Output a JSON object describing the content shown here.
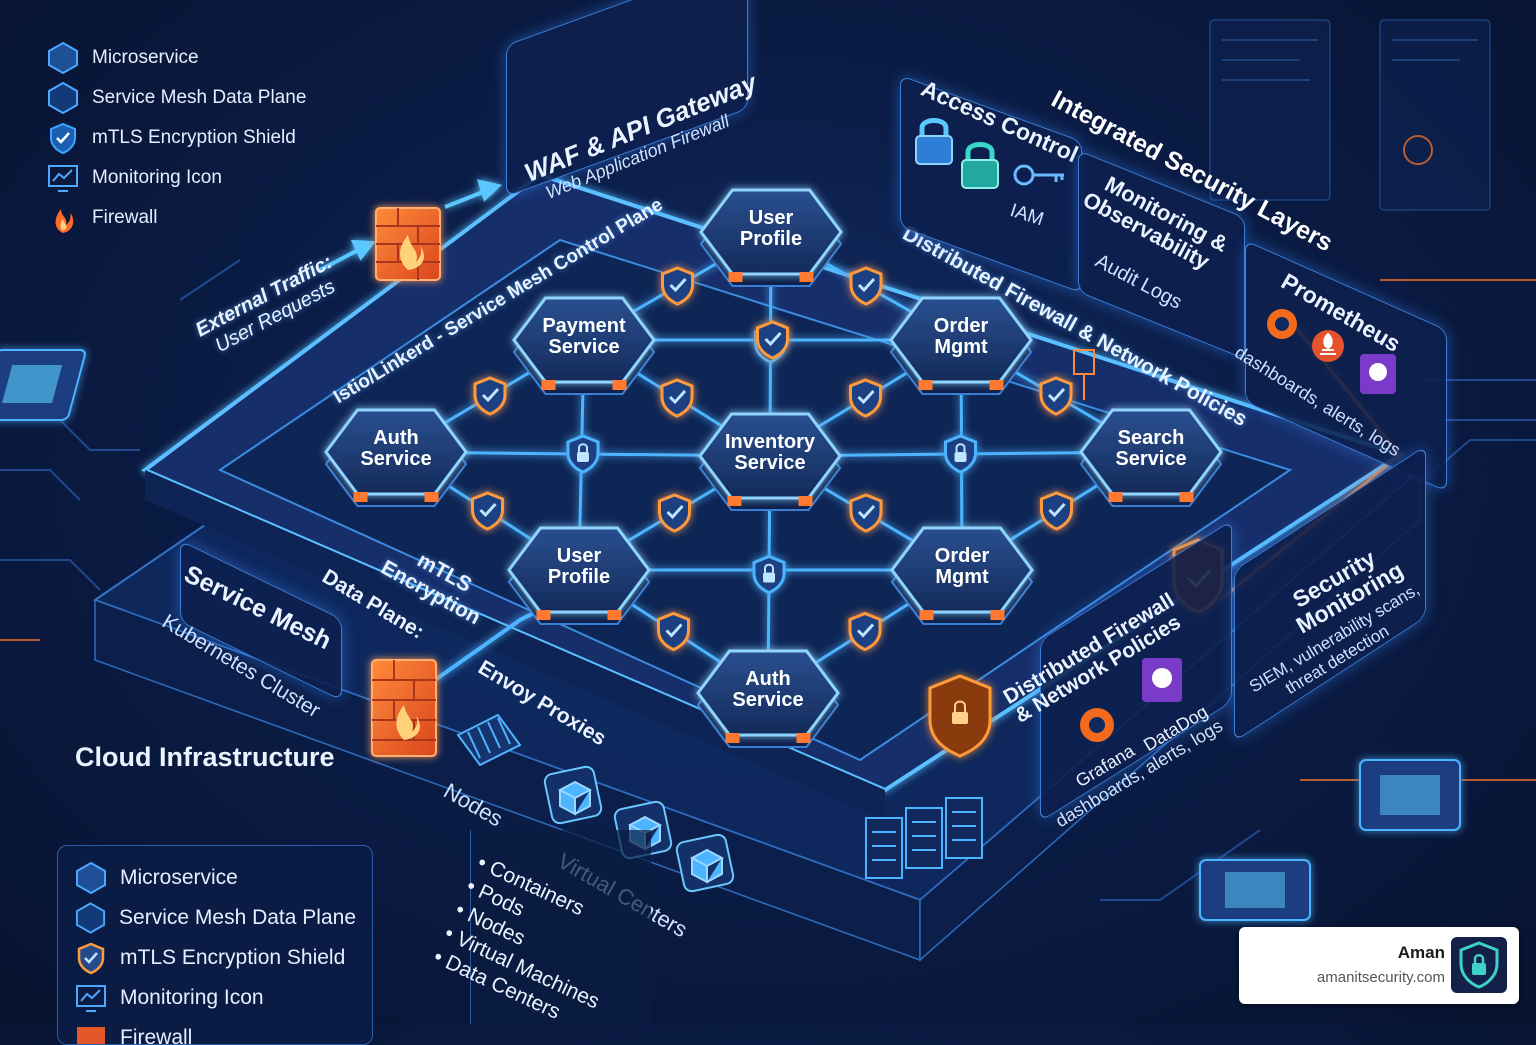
{
  "legend_top": [
    {
      "label": "Microservice",
      "icon": "hexagon-icon",
      "color": "#3a8dde"
    },
    {
      "label": "Service Mesh Data Plane",
      "icon": "hexagon-outline-icon",
      "color": "#3a8dde"
    },
    {
      "label": "mTLS Encryption Shield",
      "icon": "shield-check-icon",
      "color": "#39a6ff"
    },
    {
      "label": "Monitoring Icon",
      "icon": "monitor-chart-icon",
      "color": "#4aa8ff"
    },
    {
      "label": "Firewall",
      "icon": "flame-icon",
      "color": "#ff6a2a"
    }
  ],
  "legend_bottom": [
    {
      "label": "Microservice",
      "icon": "hexagon-icon",
      "color": "#3a8dde"
    },
    {
      "label": "Service Mesh Data Plane",
      "icon": "hexagon-outline-icon",
      "color": "#3a8dde"
    },
    {
      "label": "mTLS Encryption Shield",
      "icon": "shield-check-icon",
      "color": "#ff9a3a"
    },
    {
      "label": "Monitoring Icon",
      "icon": "monitor-chart-icon",
      "color": "#4aa8ff"
    },
    {
      "label": "Firewall",
      "icon": "firewall-icon",
      "color": "#ff6a2a"
    }
  ],
  "external_traffic": {
    "title": "External Traffic:",
    "subtitle": "User Requests"
  },
  "waf": {
    "title": "WAF & API Gateway",
    "subtitle": "Web Application Firewall"
  },
  "control_plane_label": "Istio/Linkerd - Service Mesh Control Plane",
  "distributed_firewall_label": "Distributed Firewall & Network Policies",
  "security_layers": {
    "title": "Integrated Security Layers",
    "access_control": {
      "title": "Access Control",
      "iam": "IAM"
    },
    "monitoring": {
      "title_line1": "Monitoring &",
      "title_line2": "Observability",
      "subtitle": "Audit Logs"
    },
    "prometheus": {
      "title": "Prometheus",
      "subtitle": "dashboards, alerts, logs"
    }
  },
  "services": {
    "user_profile_top": "User Profile",
    "payment": "Payment Service",
    "order_top": "Order Mgmt",
    "auth_left": "Auth Service",
    "inventory": "Inventory Service",
    "search": "Search Service",
    "user_profile_bottom": "User Profile",
    "order_bottom": "Order Mgmt",
    "auth_bottom": "Auth Service"
  },
  "mtls_label": {
    "line1": "mTLS",
    "line2": "Encryption"
  },
  "data_plane_label": "Data Plane:",
  "envoy_label": "Envoy Proxies",
  "service_mesh_label": "Service Mesh",
  "kubernetes_label": "Kubernetes Cluster",
  "cloud_label": "Cloud Infrastructure",
  "nodes_label": "Nodes",
  "virtual_centers_label": "Virtual Centers",
  "infra_list": [
    "Containers",
    "Pods",
    "Nodes",
    "Virtual Machines",
    "Data Centers"
  ],
  "dist_firewall_panel": {
    "title_line1": "Distributed Firewall",
    "title_line2": "& Network Policies",
    "grafana": "Grafana",
    "datadog": "DataDog",
    "subtitle": "dashboards, alerts, logs"
  },
  "security_monitoring": {
    "title_line1": "Security",
    "title_line2": "Monitoring",
    "line1": "SIEM, vulnerability scans,",
    "line2": "threat detection"
  },
  "brand": {
    "name": "Aman",
    "url": "amanitsecurity.com"
  },
  "colors": {
    "accent": "#4db4ff",
    "firewall": "#ff6a2a",
    "shield_orange": "#ff9a3a",
    "hex_fill": "#1f3f78"
  }
}
